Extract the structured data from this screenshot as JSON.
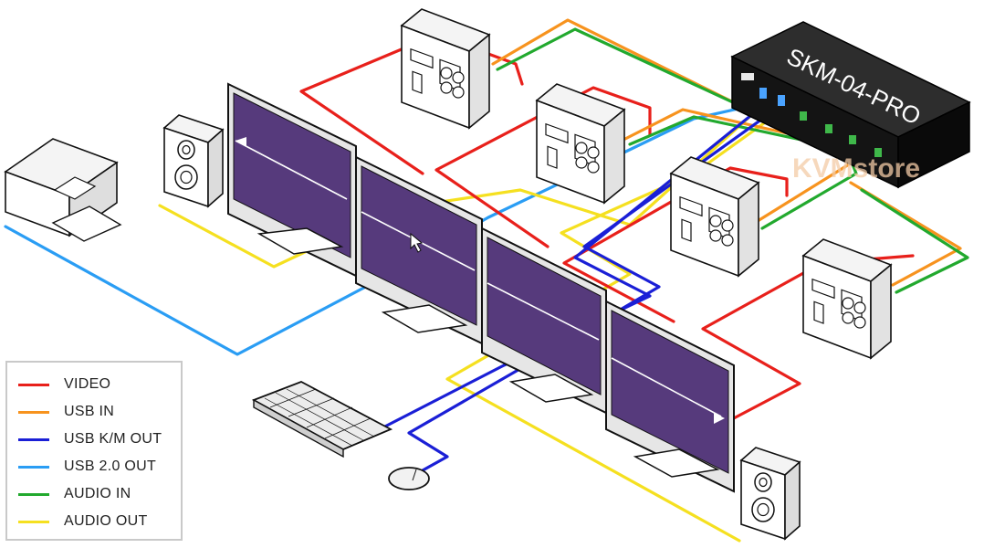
{
  "device": {
    "model_label": "SKM-04-PRO"
  },
  "watermark": "KVMstore",
  "legend": {
    "items": [
      {
        "label": "VIDEO",
        "color": "#e8201b"
      },
      {
        "label": "USB IN",
        "color": "#f7931e"
      },
      {
        "label": "USB K/M OUT",
        "color": "#1a1fd6"
      },
      {
        "label": "USB 2.0 OUT",
        "color": "#2a9df4"
      },
      {
        "label": "AUDIO IN",
        "color": "#22a92e"
      },
      {
        "label": "AUDIO OUT",
        "color": "#f5e020"
      }
    ]
  },
  "colors": {
    "screen": "#563a7c",
    "outline": "#111111",
    "device_body": "#1b1b1b"
  }
}
